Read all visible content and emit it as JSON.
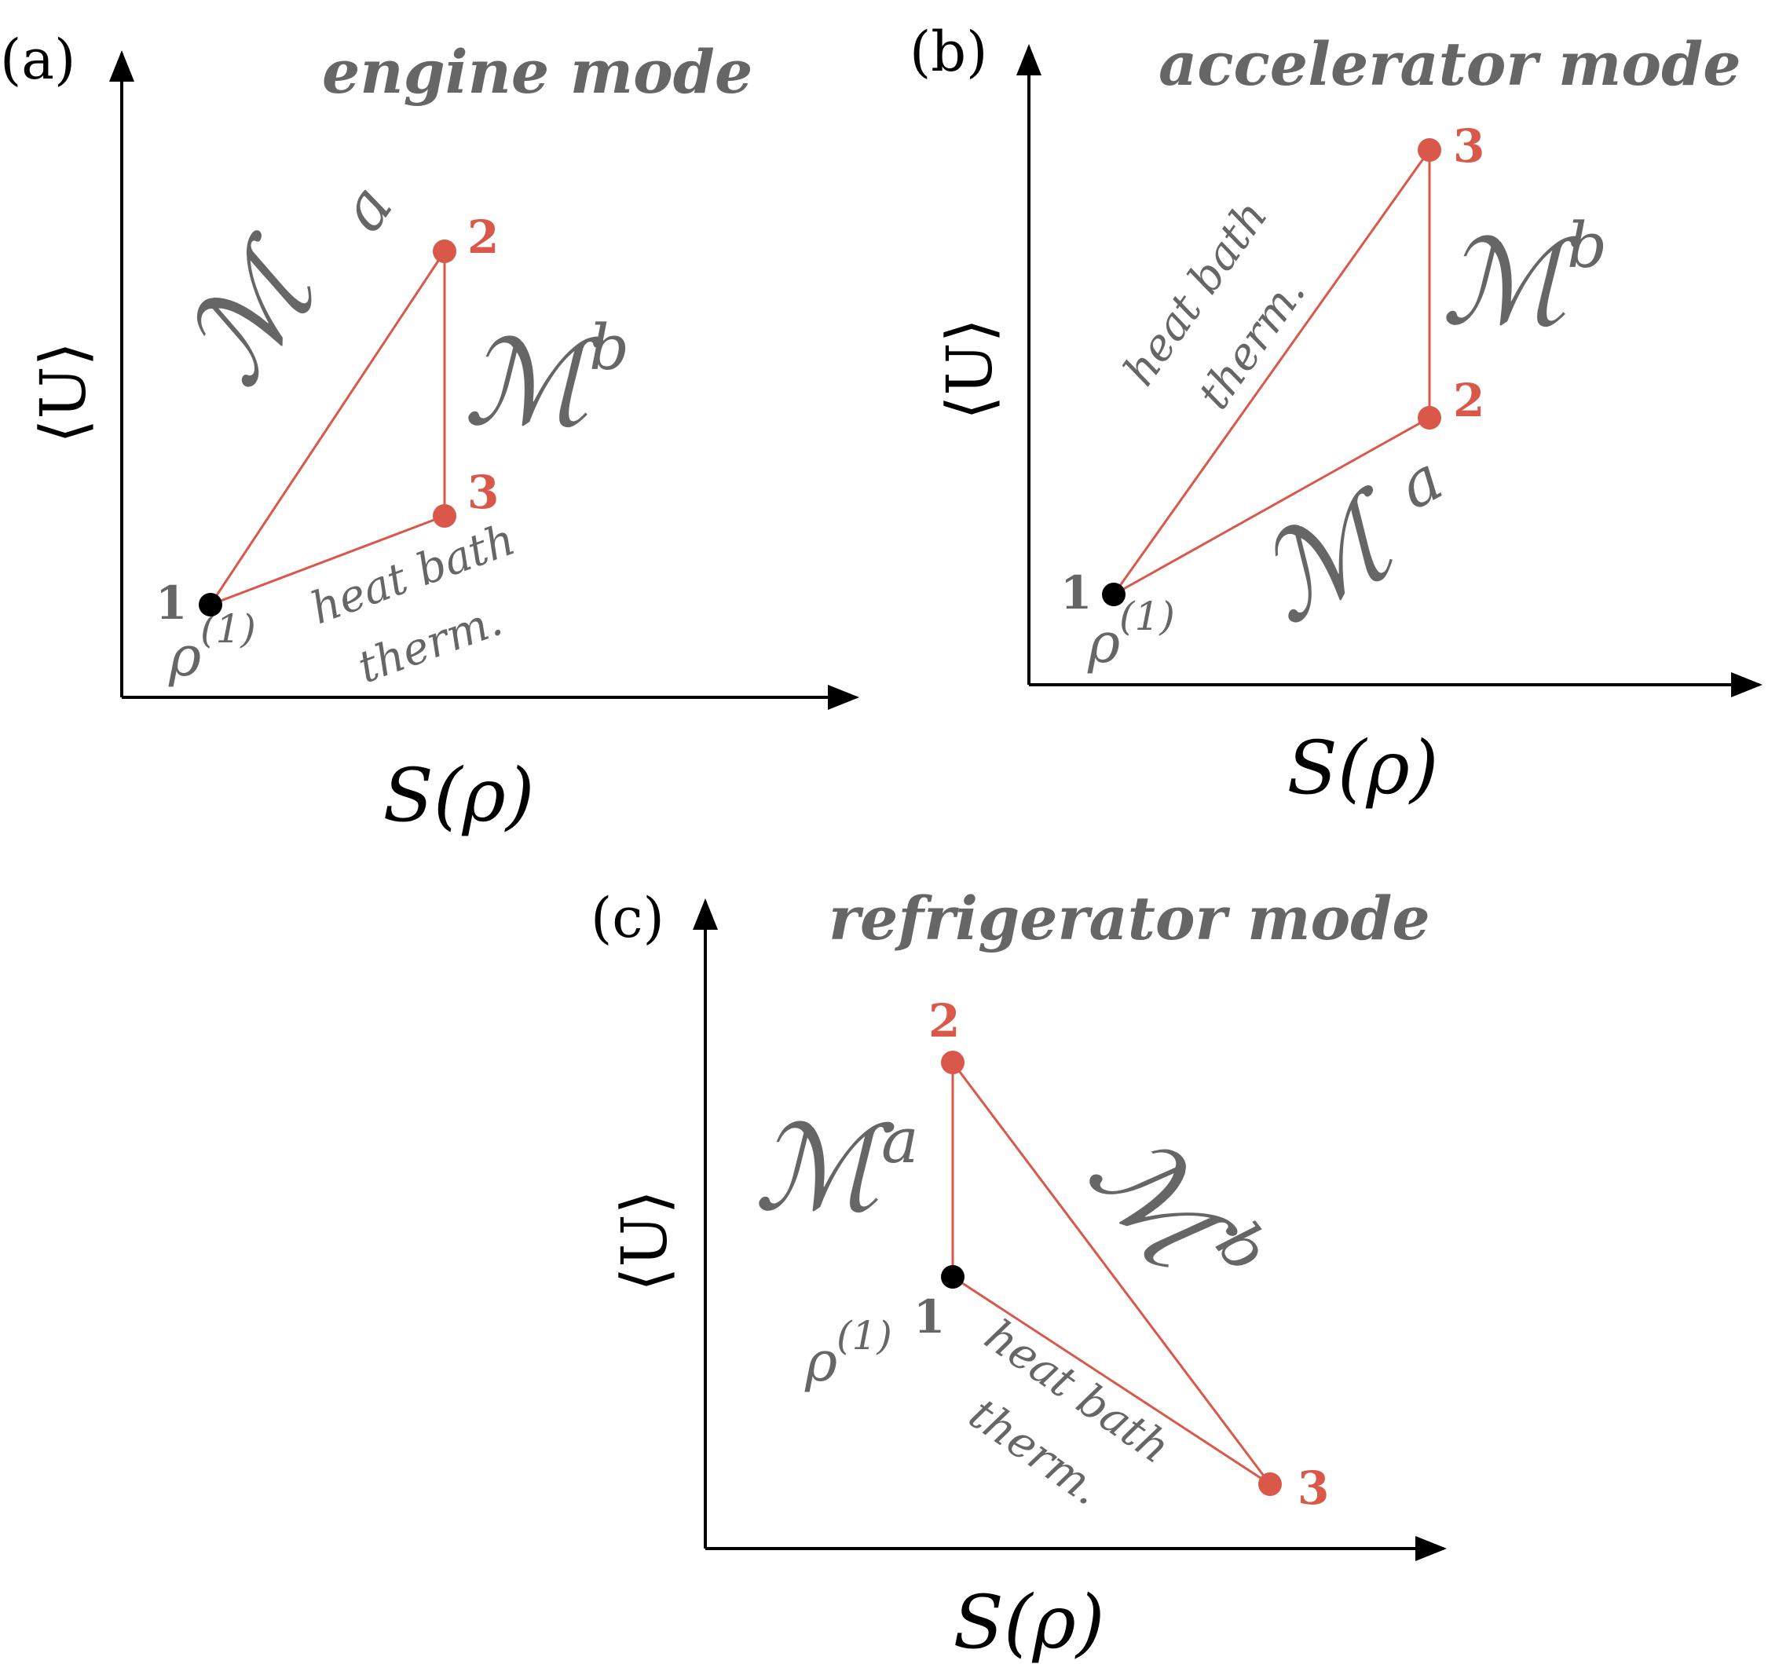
{
  "panels": {
    "a": {
      "label": "(a)",
      "title": "engine mode",
      "xlabel": "S(ρ)",
      "ylabel": "⟨U⟩",
      "map_a": {
        "symbol": "ℳ",
        "sup": "a"
      },
      "map_b": {
        "symbol": "ℳ",
        "sup": "b"
      },
      "process_line1": "heat bath",
      "process_line2": "therm.",
      "initial_state": "ρ",
      "initial_state_sup": "(1)",
      "points": {
        "p1": "1",
        "p2": "2",
        "p3": "3"
      }
    },
    "b": {
      "label": "(b)",
      "title": "accelerator mode",
      "xlabel": "S(ρ)",
      "ylabel": "⟨U⟩",
      "map_a": {
        "symbol": "ℳ",
        "sup": "a"
      },
      "map_b": {
        "symbol": "ℳ",
        "sup": "b"
      },
      "process_line1": "heat bath",
      "process_line2": "therm.",
      "initial_state": "ρ",
      "initial_state_sup": "(1)",
      "points": {
        "p1": "1",
        "p2": "2",
        "p3": "3"
      }
    },
    "c": {
      "label": "(c)",
      "title": "refrigerator mode",
      "xlabel": "S(ρ)",
      "ylabel": "⟨U⟩",
      "map_a": {
        "symbol": "ℳ",
        "sup": "a"
      },
      "map_b": {
        "symbol": "ℳ",
        "sup": "b"
      },
      "process_line1": "heat bath",
      "process_line2": "therm.",
      "initial_state": "ρ",
      "initial_state_sup": "(1)",
      "points": {
        "p1": "1",
        "p2": "2",
        "p3": "3"
      }
    }
  },
  "colors": {
    "edge": "#d9584a",
    "initial_point": "#000000",
    "state_point": "#d9584a",
    "annotation": "#666666",
    "axis": "#000000"
  }
}
